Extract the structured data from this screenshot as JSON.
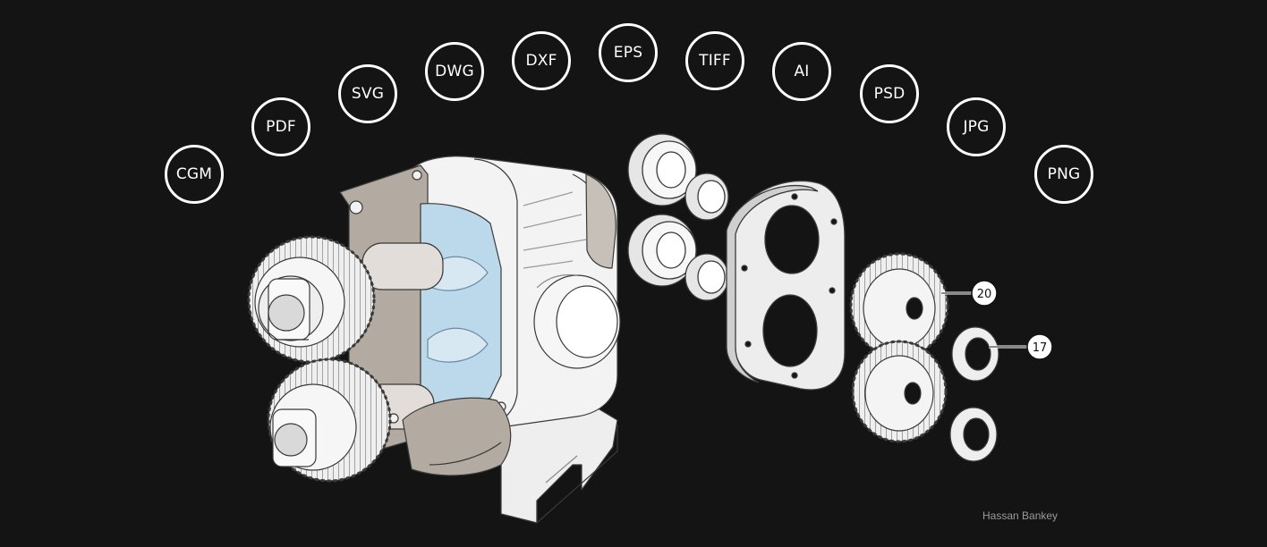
{
  "formats": [
    "CGM",
    "PDF",
    "SVG",
    "DWG",
    "DXF",
    "EPS",
    "TIFF",
    "AI",
    "PSD",
    "JPG",
    "PNG"
  ],
  "callouts": [
    "20",
    "17"
  ],
  "credit": "Hassan Bankey",
  "colors": {
    "background": "#141414",
    "ring": "#ffffff",
    "part_fill": "#f2f2f2",
    "part_shadow": "#c9c9c9",
    "fluid": "#bcd9ec",
    "casing_section": "#b3aaa2"
  }
}
